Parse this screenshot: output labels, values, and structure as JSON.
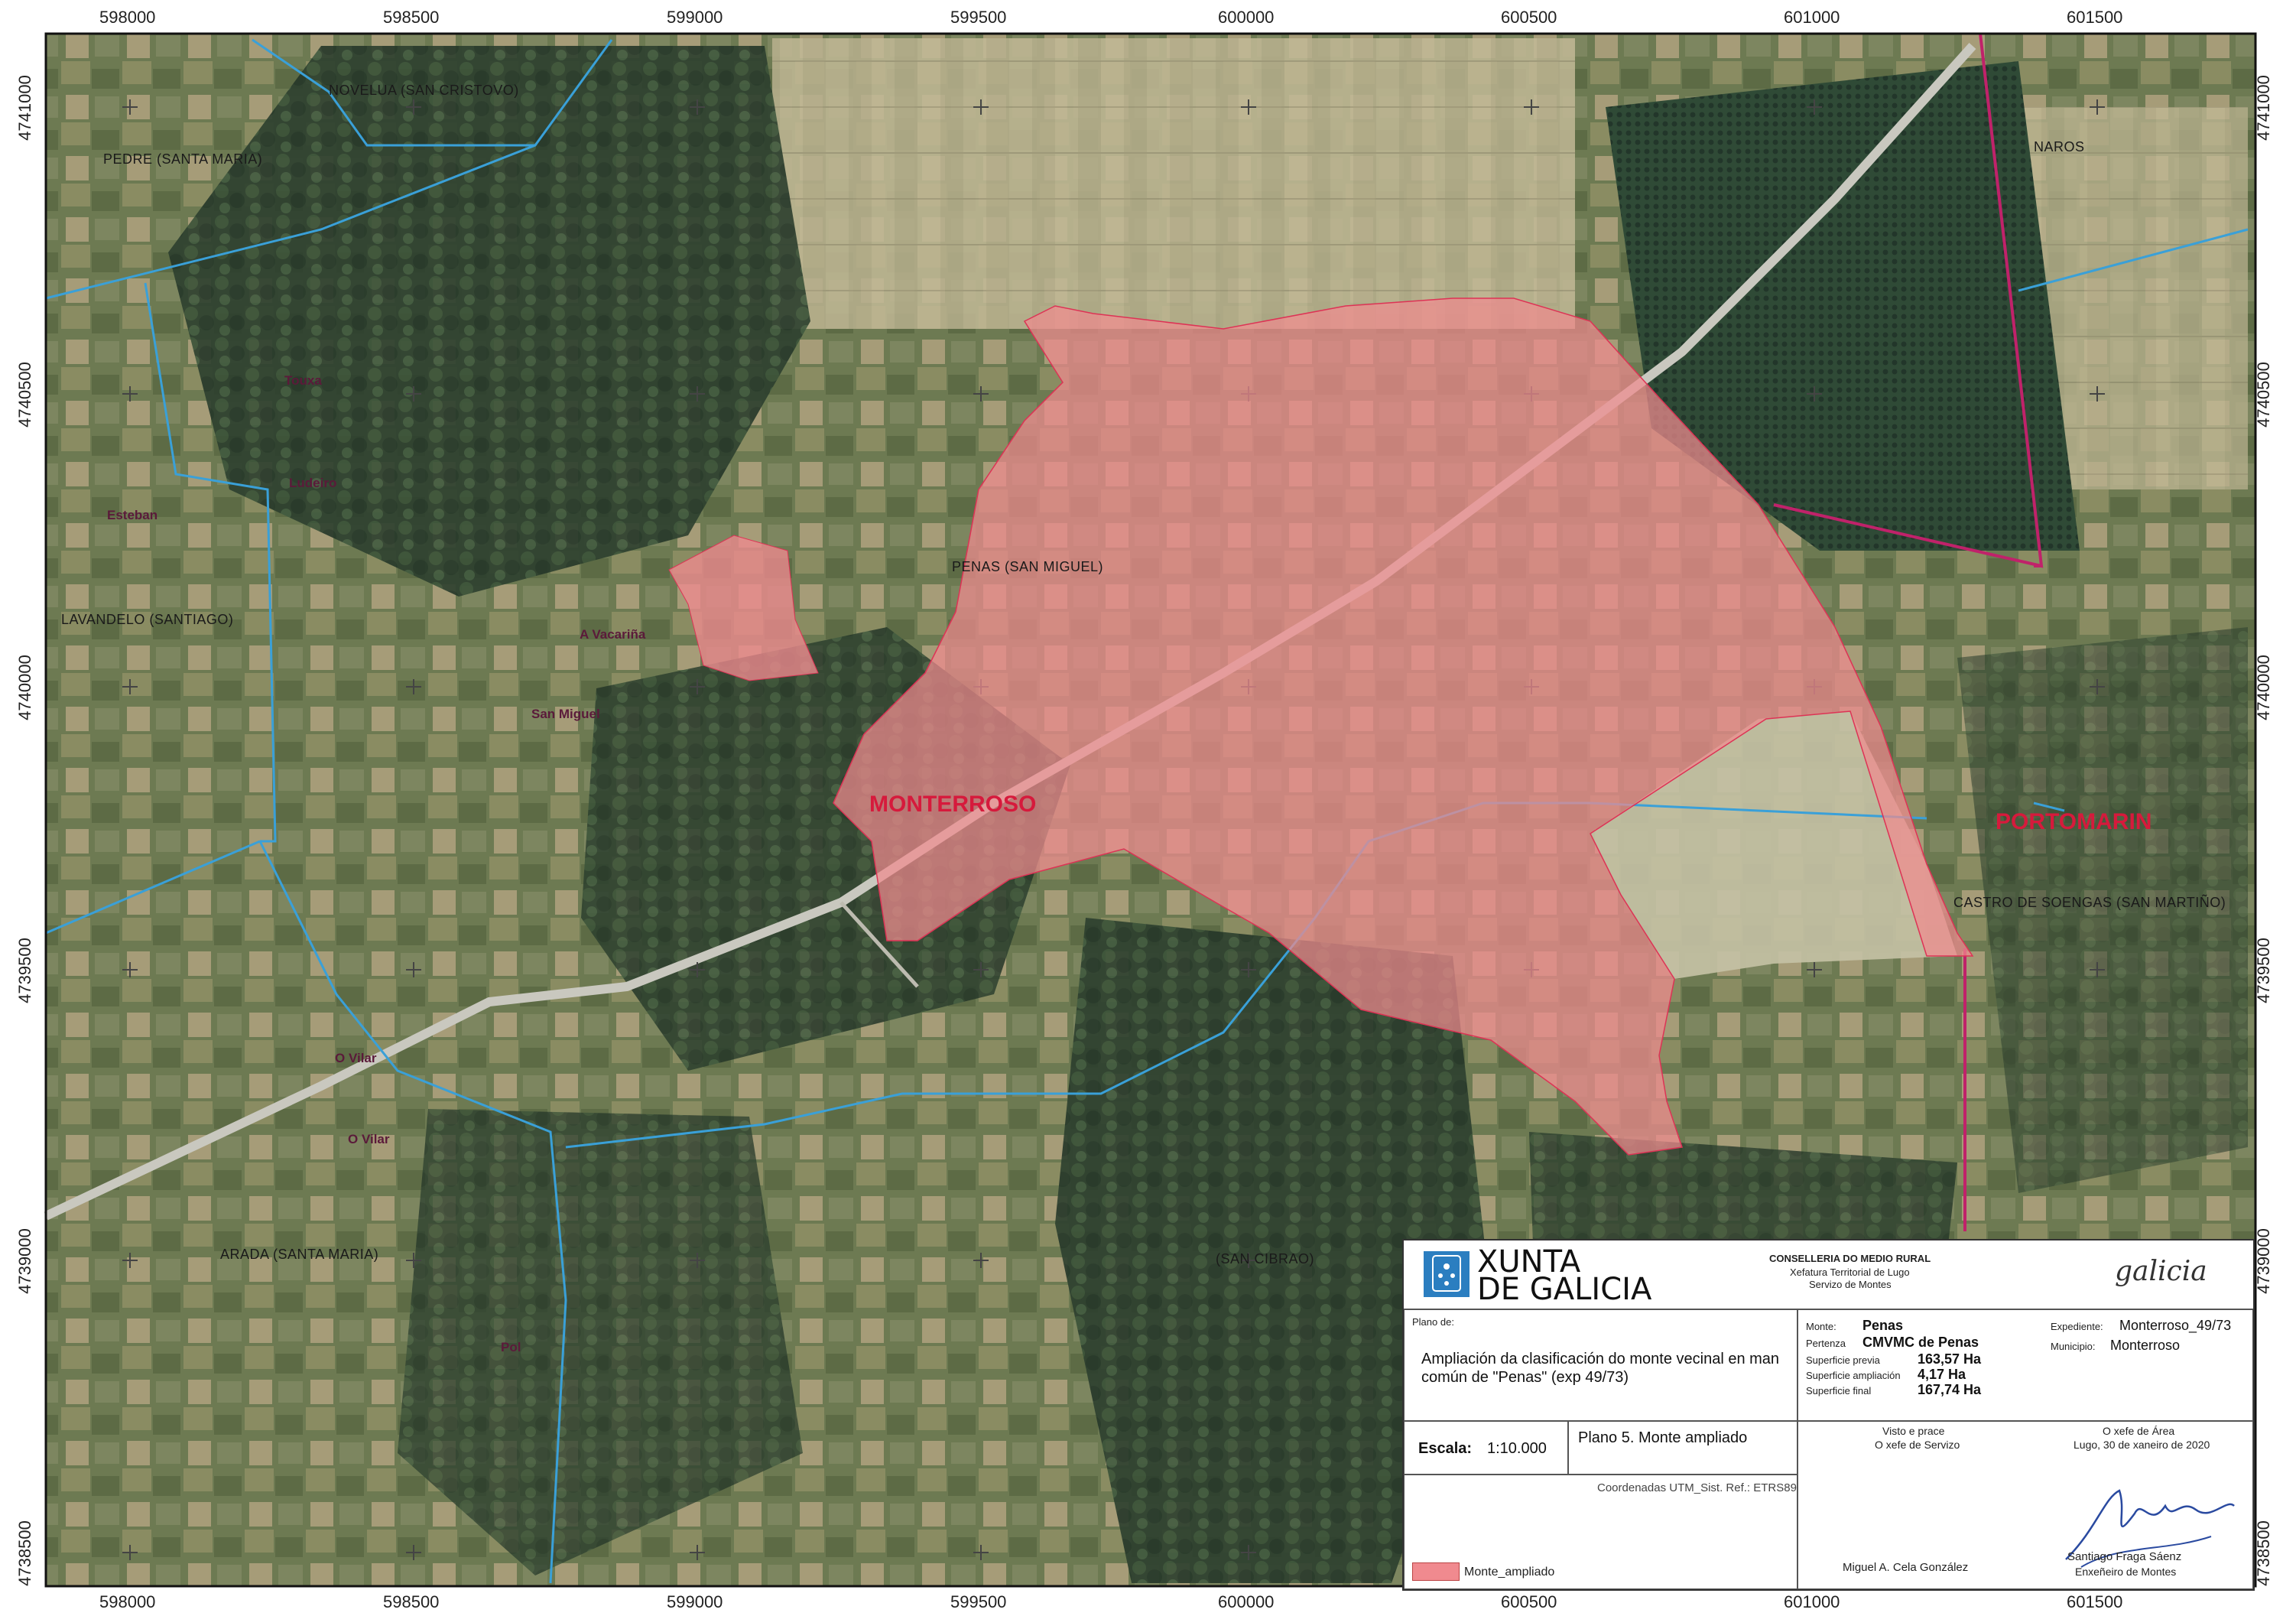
{
  "map": {
    "x_ticks": [
      "598000",
      "598500",
      "599000",
      "599500",
      "600000",
      "600500",
      "601000",
      "601500"
    ],
    "y_ticks": [
      "4741000",
      "4740500",
      "4740000",
      "4739500",
      "4739000",
      "4738500"
    ],
    "place_names": [
      "NOVELUA (SAN CRISTOVO)",
      "PEDRE (SANTA MARIA)",
      "LAVANDELO (SANTIAGO)",
      "PENAS (SAN MIGUEL)",
      "ARADA (SANTA MARIA)",
      "(SAN CIBRAO)",
      "CASTRO DE SOENGAS (SAN MARTIÑO)",
      "NAROS"
    ],
    "villages": [
      "Touxa",
      "Ludeiro",
      "Esteban",
      "A Vacariña",
      "San Miguel",
      "O Vilar",
      "O Vilar",
      "Pol"
    ],
    "municipalities": [
      "MONTERROSO",
      "PORTOMARIN"
    ],
    "colors": {
      "polygon_fill": "#f08a8f",
      "boundary_line": "#3aa0d8",
      "municipal_boundary": "#c0226a",
      "muni_label": "#d61a3c"
    }
  },
  "titleblock": {
    "xunta_line1": "XUNTA",
    "xunta_line2": "DE GALICIA",
    "conselleria": "CONSELLERIA DO MEDIO RURAL",
    "xefatura": "Xefatura Territorial de Lugo",
    "servizo": "Servizo de Montes",
    "galicia_logo": "galicia",
    "plano_de_label": "Plano de:",
    "plano_title": "Ampliación  da clasificación do monte vecinal en man común de \"Penas\" (exp 49/73)",
    "monte_label": "Monte:",
    "monte_value": "Penas",
    "pertenza_label": "Pertenza",
    "pertenza_value": "CMVMC de Penas",
    "sup_previa_label": "Superficie previa",
    "sup_previa_value": "163,57 Ha",
    "sup_ampliacion_label": "Superficie ampliación",
    "sup_ampliacion_value": "4,17 Ha",
    "sup_final_label": "Superficie final",
    "sup_final_value": "167,74 Ha",
    "expediente_label": "Expediente:",
    "expediente_value": "Monterroso_49/73",
    "municipio_label": "Municipio:",
    "municipio_value": "Monterroso",
    "escala_label": "Escala:",
    "escala_value": "1:10.000",
    "plano_num": "Plano 5. Monte ampliado",
    "coordenadas": "Coordenadas UTM_Sist. Ref.: ETRS89",
    "legend_label": "Monte_ampliado",
    "visto": "Visto e prace",
    "xefe_servizo": "O xefe de Servizo",
    "xefe_area": "O xefe de Área",
    "date": "Lugo, 30 de xaneiro de 2020",
    "signer1": "Miguel A. Cela González",
    "signer2": "Santiago Fraga Sáenz",
    "signer2_role": "Enxeñeiro de Montes"
  }
}
